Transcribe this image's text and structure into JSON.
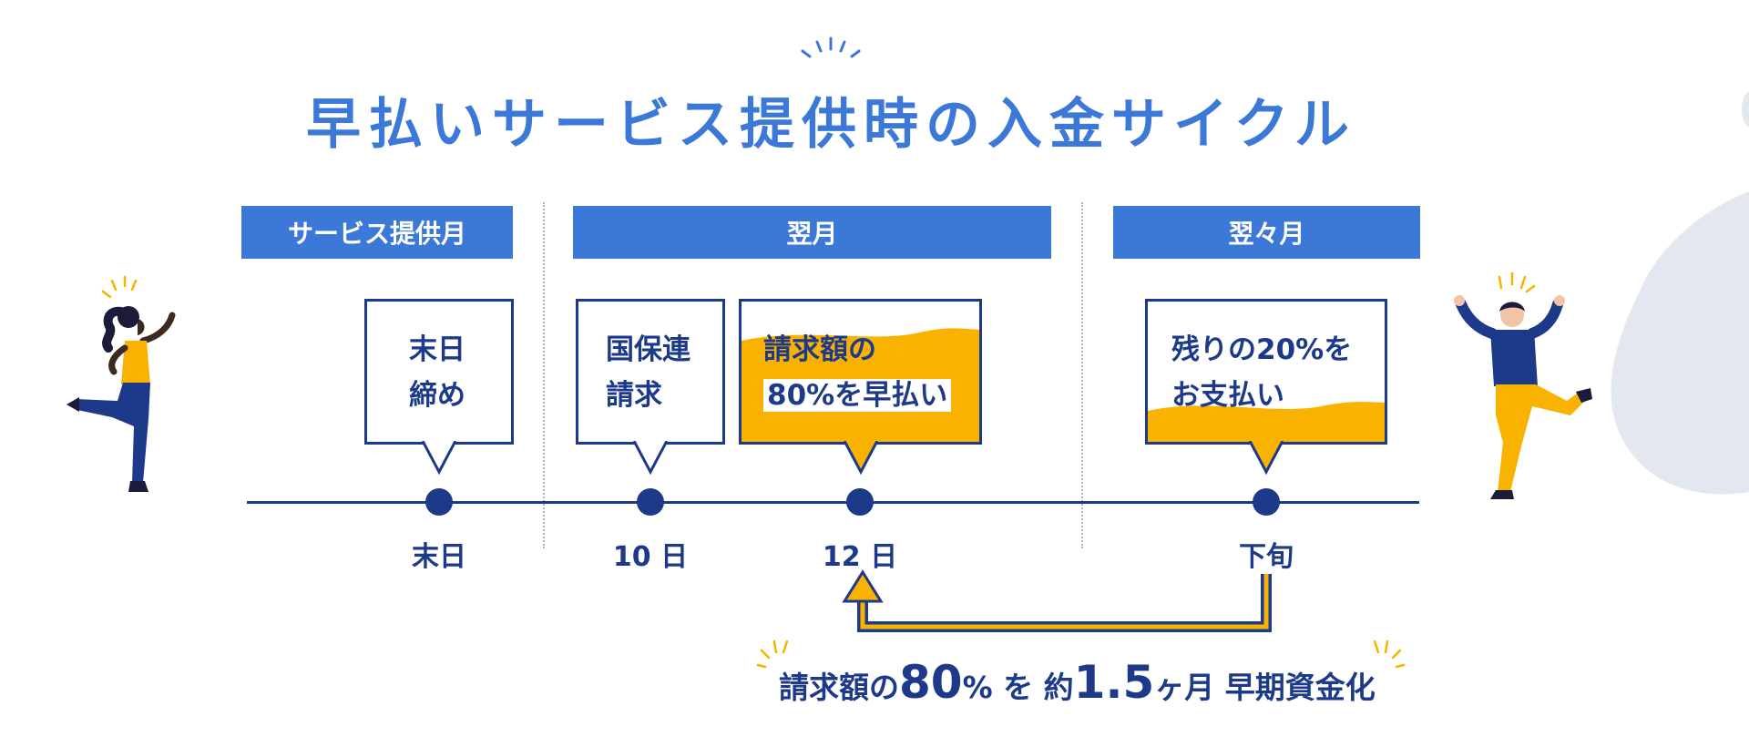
{
  "title": "早払いサービス提供時の入金サイクル",
  "banners": [
    {
      "label": "サービス提供月"
    },
    {
      "label": "翌月"
    },
    {
      "label": "翌々月"
    }
  ],
  "bubbles": [
    {
      "line1": "末日",
      "line2": "締め",
      "filled": false
    },
    {
      "line1": "国保連",
      "line2": "請求",
      "filled": false
    },
    {
      "line1": "請求額の",
      "line2": "80%を早払い",
      "filled": true,
      "fill_level": 0.7
    },
    {
      "line1": "残りの20%を",
      "line2": "お支払い",
      "filled": true,
      "fill_level": 0.2
    }
  ],
  "date_labels": [
    "末日",
    "10 日",
    "12 日",
    "下旬"
  ],
  "summary": {
    "part1": "請求額の",
    "pct": "80",
    "pct_unit": "%",
    "part2": "を 約",
    "months": "1.5",
    "part3": "ヶ月 早期資金化"
  },
  "colors": {
    "primary_blue": "#3c78d8",
    "navy": "#1d3a8a",
    "accent_yellow": "#f9b200",
    "blob": "#e3e7f0"
  }
}
